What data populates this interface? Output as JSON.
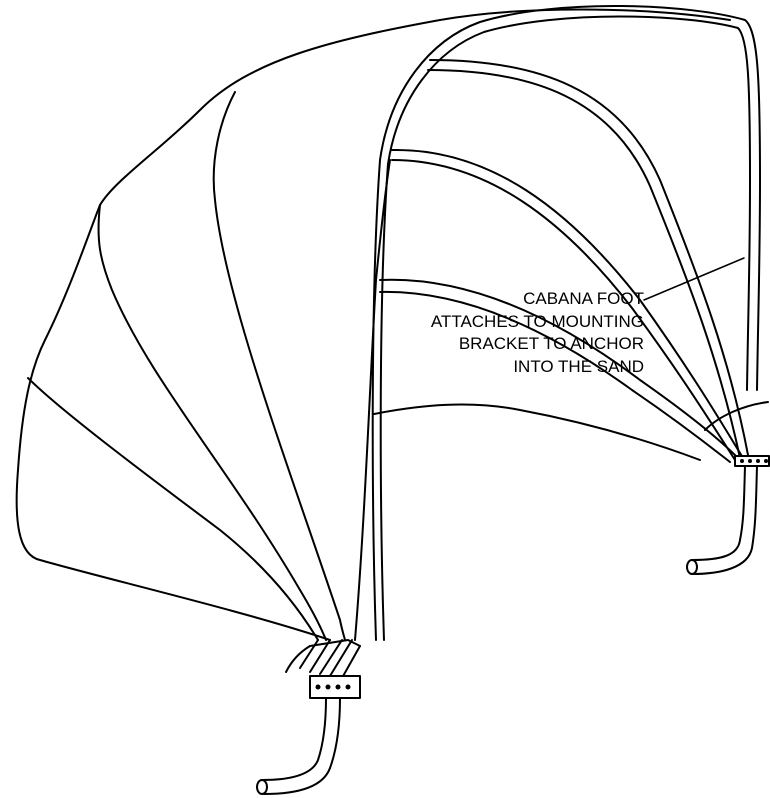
{
  "diagram": {
    "callout": {
      "lines": [
        "CABANA FOOT",
        "ATTACHES TO MOUNTING",
        "BRACKET TO ANCHOR",
        "INTO THE SAND"
      ]
    },
    "colors": {
      "stroke": "#000000",
      "background": "#ffffff"
    }
  }
}
